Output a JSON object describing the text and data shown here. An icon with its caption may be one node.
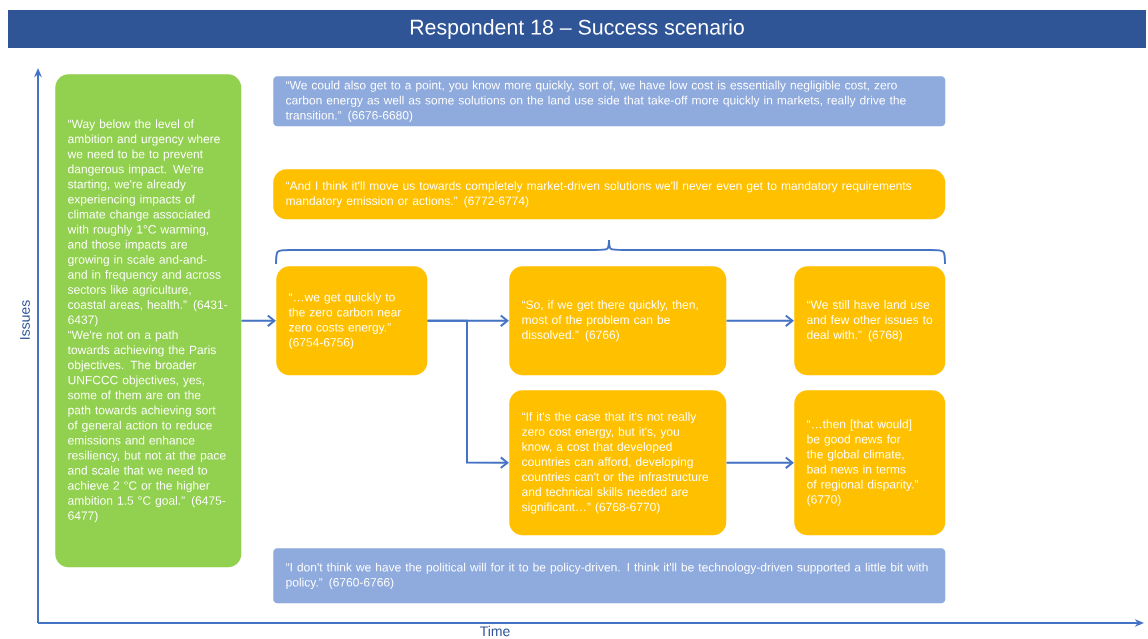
{
  "diagram": {
    "title": "Respondent 18 – Success scenario",
    "nodes": [
      {
        "text": [
          "“Way below the level of ambition and urgency where we need to be to prevent dangerous impact. We're starting, we're already experiencing impacts of climate change associated with roughly 1°C warming, and those impacts are growing in scale and-and-and in frequency and across sectors like agriculture, coastal areas, health.” (6431-6437)",
          "“We're not on a path towards achieving the Paris objectives. The broader UNFCCC objectives, yes, some of them are on the path towards achieving sort of general action to reduce emissions and enhance resiliency, but not at the pace and scale that we need to achieve 2 °C or the higher ambition 1.5 °C goal.” (6475-6477)"
        ]
      },
      {
        "text": [
          "“We could also get to a point, you know more quickly, sort of, we have low cost is essentially negligible cost, zero carbon energy as well as some solutions on the land use side that take-off more quickly in markets, really drive the transition.” (6676-6680)"
        ]
      },
      {
        "text": [
          "“And I think it'll move us towards completely market-driven solutions we'll never even get to mandatory requirements mandatory emission or actions.” (6772-6774)"
        ]
      },
      {
        "text": [
          "“…we get quickly to the zero carbon near zero costs energy.” (6754-6756)"
        ]
      },
      {
        "text": [
          "“So, if we get there quickly, then, most of the problem can be dissolved.” (6766)"
        ]
      },
      {
        "text": [
          "“We still have land use and few other issues to deal with.” (6768)"
        ]
      },
      {
        "text": [
          "“If it's the case that it's not really zero cost energy, but it's, you know, a cost that developed countries can afford, developing countries can't or the infrastructure and technical skills needed are significant…” (6768-6770)"
        ]
      },
      {
        "text": [
          "“…then [that would] be good news for the global climate, bad news in terms of regional disparity.” (6770)"
        ]
      },
      {
        "text": [
          "“I don't think we have the political will for it to be policy-driven. I think it'll be technology-driven supported a little bit with policy.” (6760-6766)"
        ]
      }
    ],
    "edges": [
      {
        "from": 0,
        "to": 3,
        "arrow": "to"
      },
      {
        "from": 3,
        "to": 4,
        "arrow": "to"
      },
      {
        "from": 3,
        "to": 6,
        "arrow": "to"
      },
      {
        "from": 4,
        "to": 5,
        "arrow": "to"
      },
      {
        "from": 6,
        "to": 7,
        "arrow": "to"
      }
    ],
    "labels": [
      "Issues",
      "Time"
    ]
  }
}
